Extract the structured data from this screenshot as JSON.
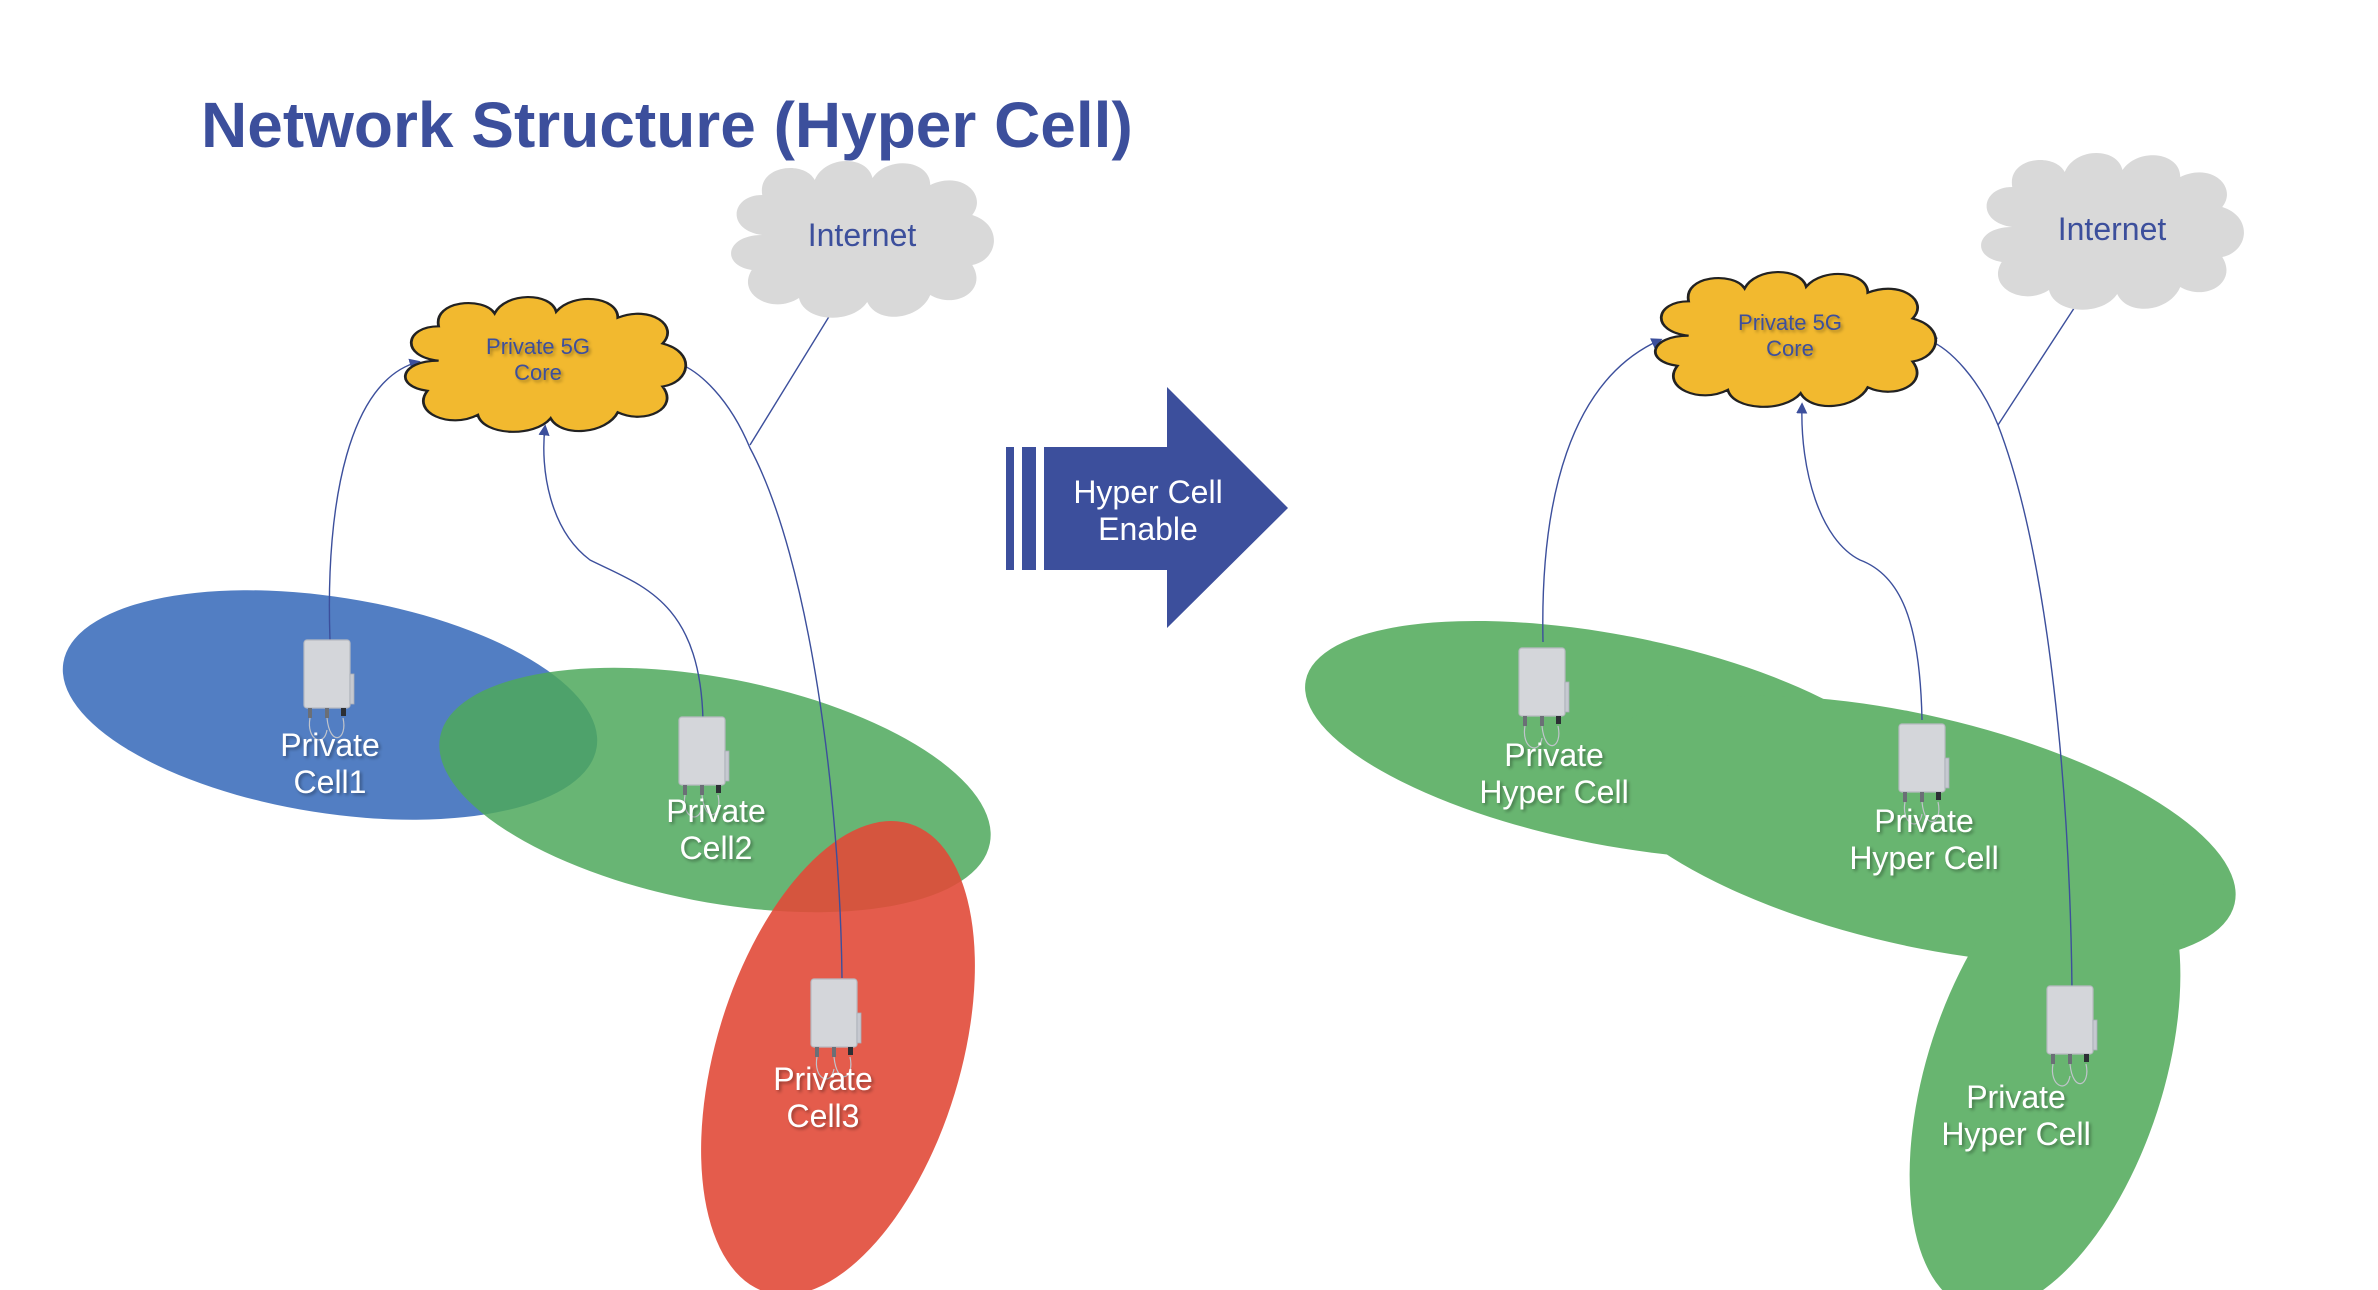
{
  "title": "Network Structure (Hyper Cell)",
  "colors": {
    "title": "#3c4f9c",
    "core_cloud": "#f2b92f",
    "internet_cloud": "#d9d9d9",
    "arrow": "#3c4f9c",
    "cell1_blue": "#527ec3",
    "cell2_green": "#5cb068",
    "cell3_red": "#e55a4a",
    "hyper_green": "#68b570",
    "link": "#3c4f9c"
  },
  "before": {
    "core_label_line1": "Private 5G",
    "core_label_line2": "Core",
    "internet_label": "Internet",
    "cells": [
      {
        "line1": "Private",
        "line2": "Cell1"
      },
      {
        "line1": "Private",
        "line2": "Cell2"
      },
      {
        "line1": "Private",
        "line2": "Cell3"
      }
    ]
  },
  "transition": {
    "line1": "Hyper Cell",
    "line2": "Enable"
  },
  "after": {
    "core_label_line1": "Private 5G",
    "core_label_line2": "Core",
    "internet_label": "Internet",
    "cells": [
      {
        "line1": "Private",
        "line2": "Hyper Cell"
      },
      {
        "line1": "Private",
        "line2": "Hyper Cell"
      },
      {
        "line1": "Private",
        "line2": "Hyper Cell"
      }
    ]
  }
}
